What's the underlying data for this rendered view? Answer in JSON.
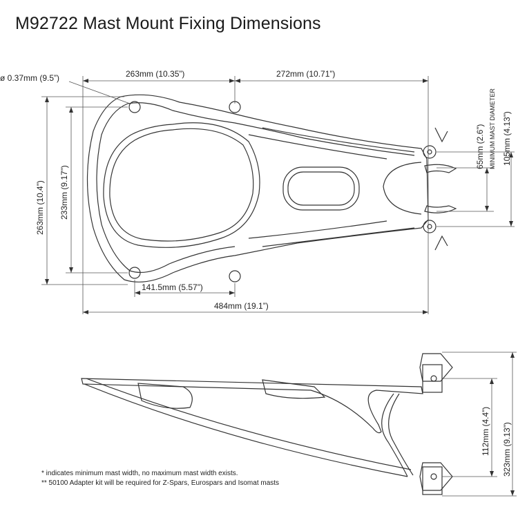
{
  "title": "M92722 Mast Mount Fixing Dimensions",
  "top_view": {
    "hole_dia": "ø 0.37mm (9.5”)",
    "width_left": "263mm (10.35”)",
    "width_right": "272mm (10.71”)",
    "height_outer": "263mm (10.4”)",
    "height_inner": "233mm (9.17”)",
    "hole_spacing_bottom": "141.5mm (5.57”)",
    "overall_length": "484mm (19.1”)",
    "jaw_gap": "65mm (2.6”)",
    "jaw_span": "105mm (4.13”)",
    "mast_label": "MINIMUM MAST DIAMETER"
  },
  "side_view": {
    "jaw_height": "112mm (4.4”)",
    "overall_height": "323mm (9.13”)"
  },
  "notes": {
    "note1": "* indicates minimum mast width, no maximum mast width exists.",
    "note2": "** 50100 Adapter kit will be required for Z-Spars, Eurospars and Isomat masts"
  }
}
